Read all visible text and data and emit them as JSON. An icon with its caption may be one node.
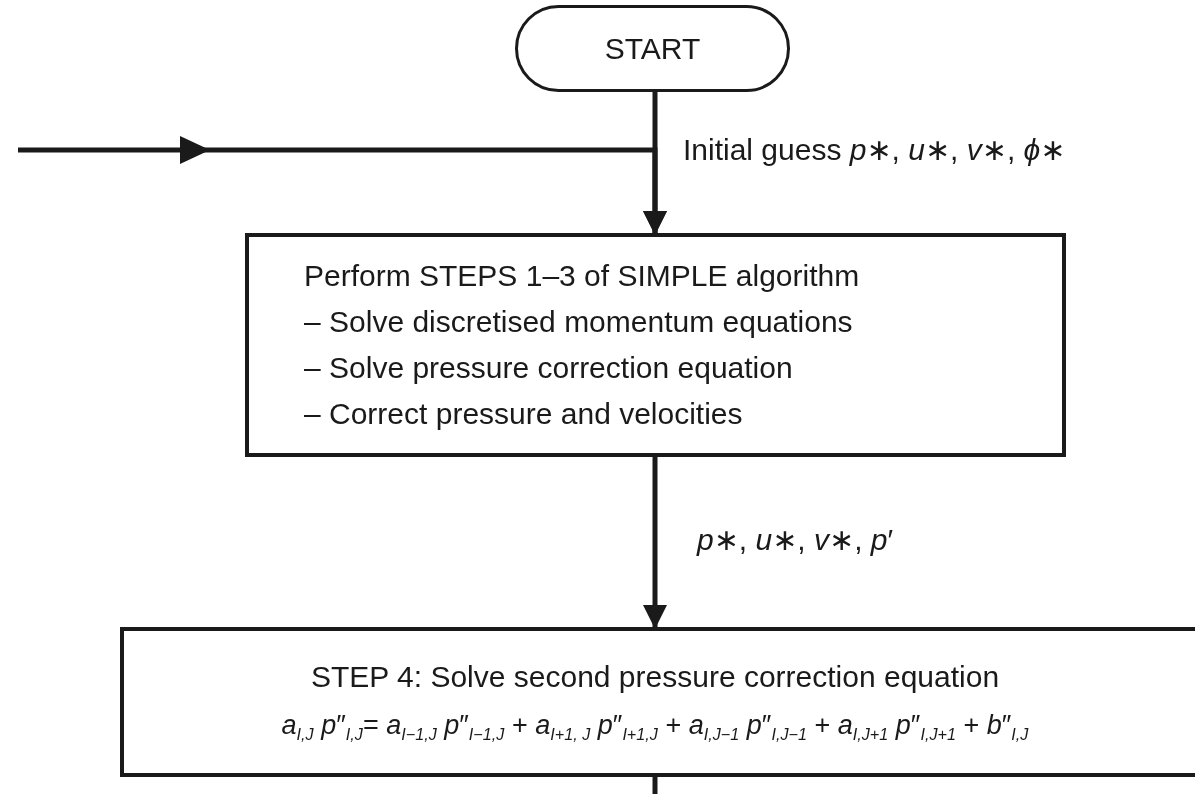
{
  "diagram": {
    "nodes": [
      {
        "text": [
          "START"
        ]
      },
      {
        "text": [
          "Perform STEPS 1–3 of SIMPLE algorithm",
          "– Solve discretised momentum equations",
          "– Solve pressure correction equation",
          "– Correct pressure and velocities"
        ]
      },
      {
        "text": [
          "STEP 4: Solve second pressure correction equation",
          "*a*$_{I,J}$ *p*″$_{I,J}$= *a*$_{I−1,J}$ *p*″$_{I−1,J}$ + *a*$_{I+1, J}$ *p*″$_{I+1,J}$ + *a*$_{I,J−1}$ *p*″$_{I,J−1}$ + *a*$_{I,J+1}$ *p*″$_{I,J+1}$ + *b*″$_{I,J}$"
        ]
      }
    ],
    "edges": [
      {
        "from": 0,
        "to": 1,
        "arrow": "to",
        "label": "Initial guess *p*∗, *u*∗, *v*∗, *ϕ*∗"
      },
      {
        "from": null,
        "to": 1,
        "arrow": "to"
      },
      {
        "from": 1,
        "to": 2,
        "arrow": "to",
        "label": "*p*∗, *u*∗, *v*∗, *p*′"
      },
      {
        "from": 2,
        "to": null,
        "arrow": "none"
      }
    ]
  }
}
